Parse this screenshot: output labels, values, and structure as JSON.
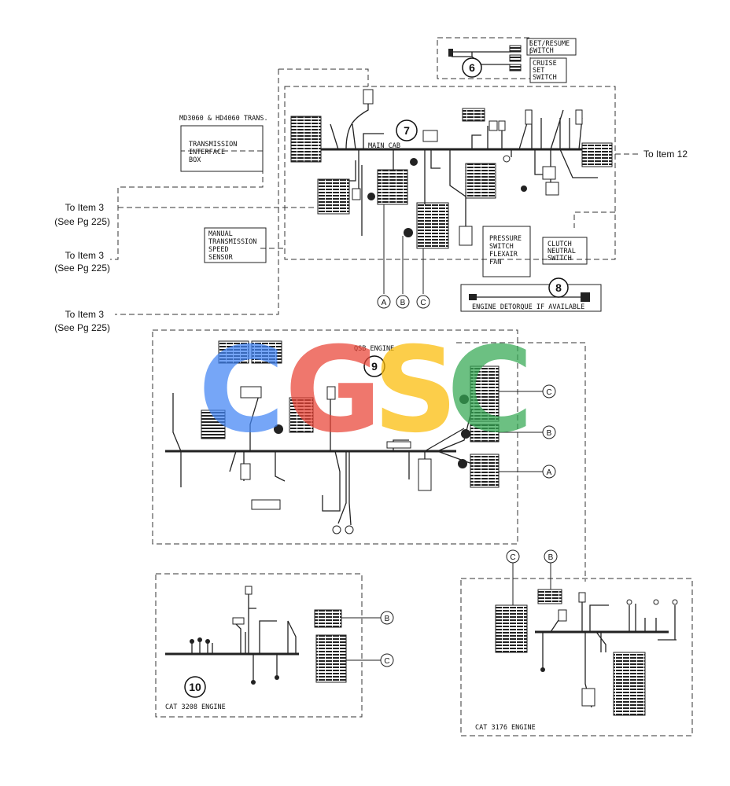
{
  "labels": {
    "trans_header": "MD3060 & HD4060 TRANS.",
    "trans_box": [
      "TRANSMISSION",
      "INTERFACE",
      "BOX"
    ],
    "manual_sensor": [
      "MANUAL",
      "TRANSMISSION",
      "SPEED",
      "SENSOR"
    ],
    "set_resume": [
      "SET/RESUME",
      "SWITCH"
    ],
    "cruise_set": [
      "CRUISE",
      "SET",
      "SWITCH"
    ],
    "main_cab": "MAIN CAB",
    "pressure_switch": [
      "PRESSURE",
      "SWITCH",
      "FLEXAIR",
      "FAN"
    ],
    "clutch_switch": [
      "CLUTCH",
      "NEUTRAL",
      "SWITCH"
    ],
    "engine_detorque": "ENGINE DETORQUE IF AVAILABLE",
    "qsb_engine": "QSB ENGINE",
    "cat3208": "CAT 3208 ENGINE",
    "cat3176": "CAT 3176 ENGINE",
    "to_item12": "To Item 12",
    "to_item3": "To Item 3",
    "see_pg": "(See Pg 225)"
  },
  "items": {
    "i6": "6",
    "i7": "7",
    "i8": "8",
    "i9": "9",
    "i10": "10"
  },
  "connectors": {
    "a": "A",
    "b": "B",
    "c": "C"
  },
  "watermark": {
    "text": "CGSC",
    "letters": [
      "C",
      "G",
      "S",
      "C"
    ],
    "colors": [
      "#4285F4",
      "#EA4335",
      "#FBBC05",
      "#34A853"
    ]
  }
}
